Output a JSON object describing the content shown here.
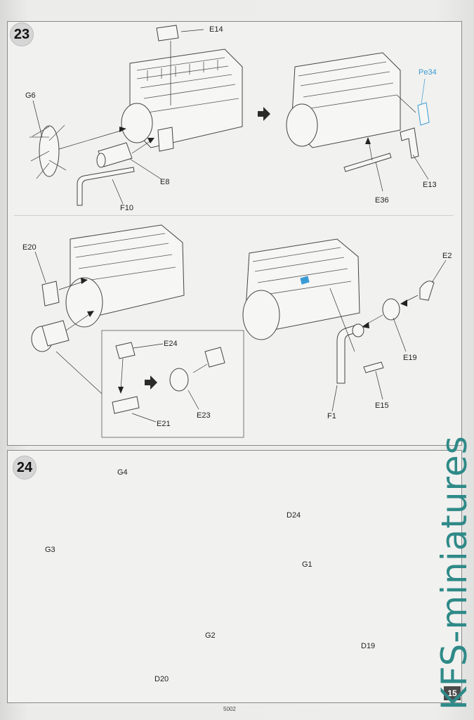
{
  "steps": {
    "step23": "23",
    "step24": "24"
  },
  "labels23": {
    "e14": "E14",
    "g6": "G6",
    "e8": "E8",
    "f10": "F10",
    "pe34": "Pe34",
    "e13": "E13",
    "e36": "E36",
    "e20": "E20",
    "e24": "E24",
    "e23": "E23",
    "e21": "E21",
    "e2": "E2",
    "e19": "E19",
    "e15": "E15",
    "f1": "F1"
  },
  "labels24": {
    "g4": "G4",
    "g3": "G3",
    "d24": "D24",
    "g1": "G1",
    "g2": "G2",
    "d19": "D19",
    "d20": "D20"
  },
  "page_number": "15",
  "footer_code": "5002",
  "watermark": "KFS-miniatures",
  "colors": {
    "photo_etch_label": "#3a9bd4",
    "watermark": "#2e8a88"
  }
}
